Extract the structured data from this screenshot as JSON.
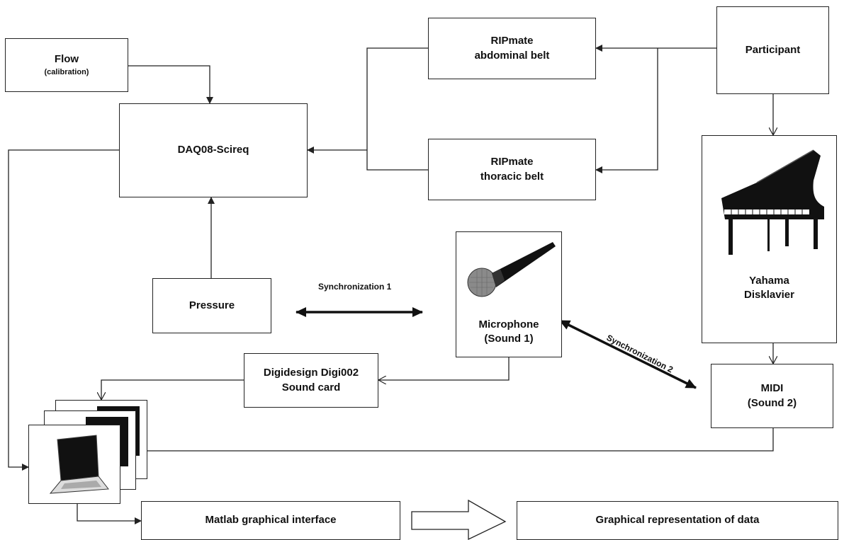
{
  "nodes": {
    "flow": {
      "title": "Flow",
      "subtitle": "(calibration)"
    },
    "daq": {
      "title": "DAQ08-Scireq"
    },
    "rip_abdominal": {
      "line1": "RIPmate",
      "line2": "abdominal belt"
    },
    "rip_thoracic": {
      "line1": "RIPmate",
      "line2": "thoracic belt"
    },
    "participant": {
      "title": "Participant"
    },
    "piano": {
      "line1": "Yahama",
      "line2": "Disklavier",
      "icon": "grand-piano"
    },
    "pressure": {
      "title": "Pressure"
    },
    "microphone": {
      "line1": "Microphone",
      "line2": "(Sound 1)",
      "icon": "microphone"
    },
    "soundcard": {
      "line1": "Digidesign Digi002",
      "line2": "Sound card"
    },
    "midi": {
      "line1": "MIDI",
      "line2": "(Sound 2)"
    },
    "computers": {
      "icon": "laptop-stack"
    },
    "matlab": {
      "title": "Matlab graphical interface"
    },
    "graph_out": {
      "title": "Graphical representation of data"
    }
  },
  "labels": {
    "sync1": "Synchronization 1",
    "sync2": "Synchronization 2"
  },
  "colors": {
    "line": "#222222",
    "mic_head": "#8a8a8a",
    "piano": "#111111"
  }
}
